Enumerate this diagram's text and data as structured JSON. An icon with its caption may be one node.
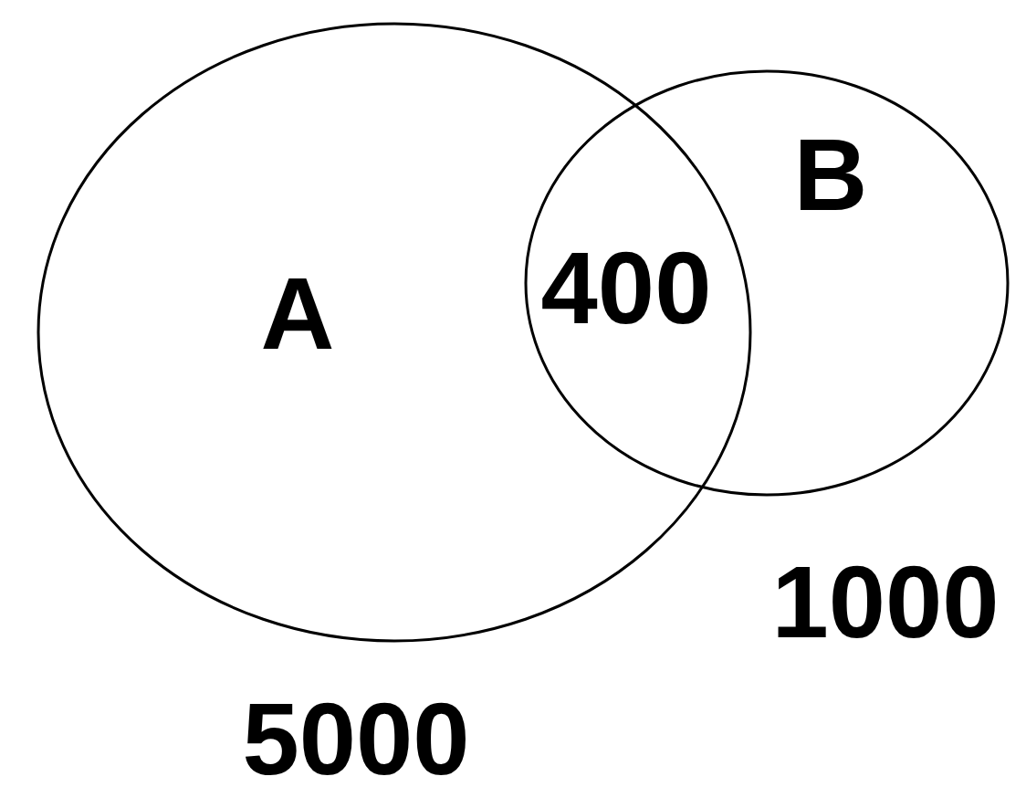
{
  "diagram": {
    "nodes": [
      {
        "text": [
          "A"
        ],
        "beside": [
          "5000"
        ]
      },
      {
        "text": [
          "B"
        ],
        "beside": [
          "1000"
        ]
      }
    ],
    "labels": [
      "400"
    ]
  }
}
